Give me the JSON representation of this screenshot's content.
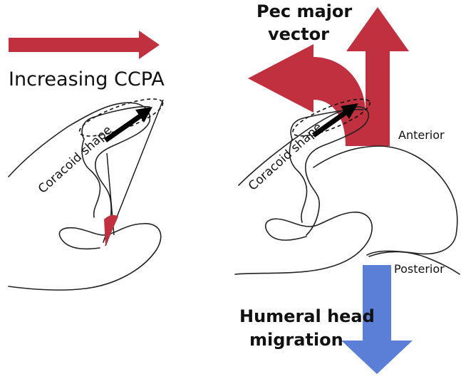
{
  "labels": {
    "increasing_ccpa": "Increasing CCPA",
    "coracoid_shape_left": "Coracoid shape",
    "coracoid_shape_right": "Coracoid shape",
    "pec_major_line1": "Pec major",
    "pec_major_line2": "vector",
    "anterior": "Anterior",
    "posterior": "Posterior",
    "humeral_line1": "Humeral head",
    "humeral_line2": "migration"
  },
  "colors": {
    "red_arrow": "#c0303f",
    "blue_arrow": "#5b7fd6",
    "outline": "#222222",
    "black_arrow": "#000000"
  }
}
